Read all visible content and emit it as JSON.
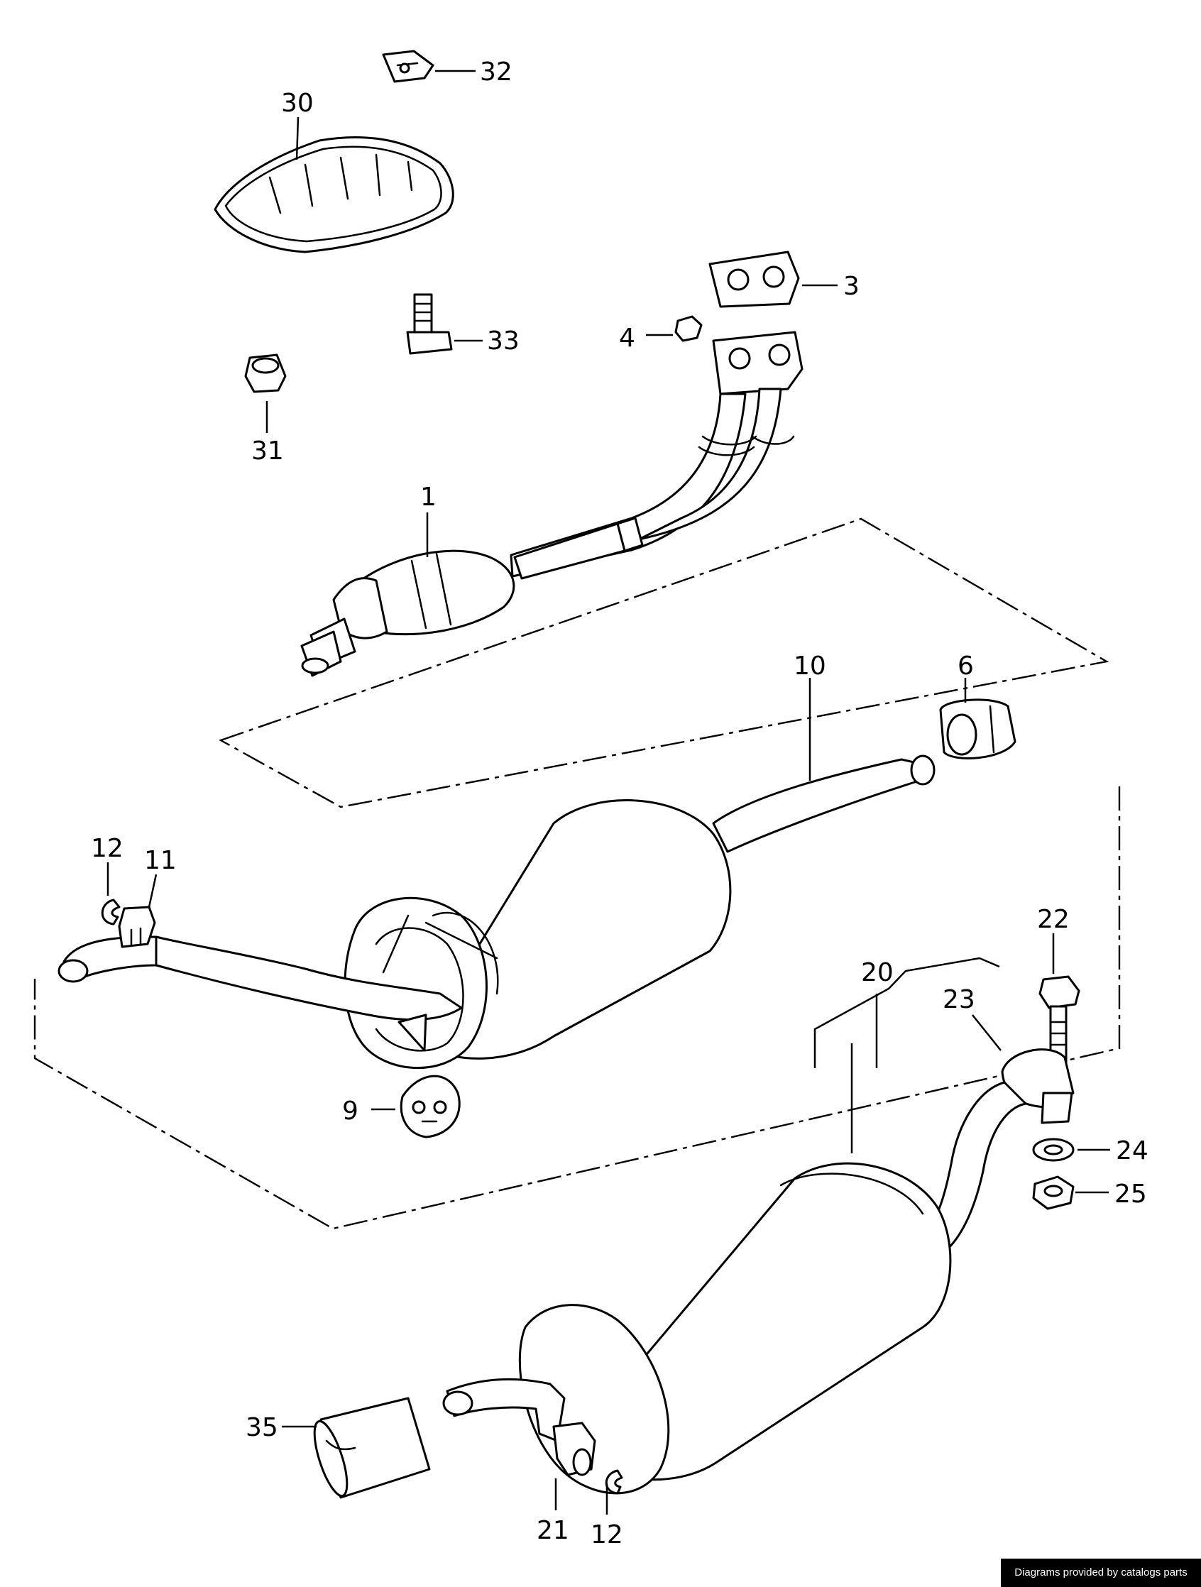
{
  "callouts": [
    "32",
    "30",
    "3",
    "33",
    "4",
    "31",
    "1",
    "10",
    "6",
    "12",
    "11",
    "22",
    "20",
    "23",
    "24",
    "9",
    "25",
    "35",
    "21",
    "12"
  ],
  "credit": "Diagrams provided by catalogs parts"
}
